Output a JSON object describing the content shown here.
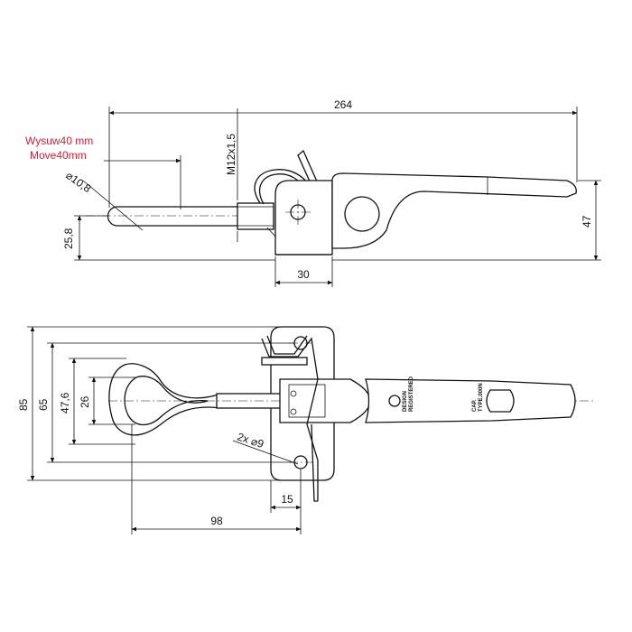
{
  "dimensions": {
    "overall_length": "264",
    "travel_note_line1": "Wysuw40 mm",
    "travel_note_line2": "Move40mm",
    "thread": "M12x1,5",
    "eye_diameter": "⌀10,8",
    "rod_height": "25,8",
    "body_width": "30",
    "total_height": "47",
    "plate_height": "85",
    "hole_spacing": "65",
    "loop_outer": "47,6",
    "loop_inner": "26",
    "holes": "2x ⌀9",
    "hole_offset": "15",
    "rod_length": "98"
  },
  "labels": {
    "design_line1": "DESIGN",
    "design_line2": "REGISTERED",
    "cap_line1": "CAP.",
    "cap_line2": "TYPE.000N"
  },
  "colors": {
    "lines": "#111111",
    "note": "#c4283c"
  }
}
